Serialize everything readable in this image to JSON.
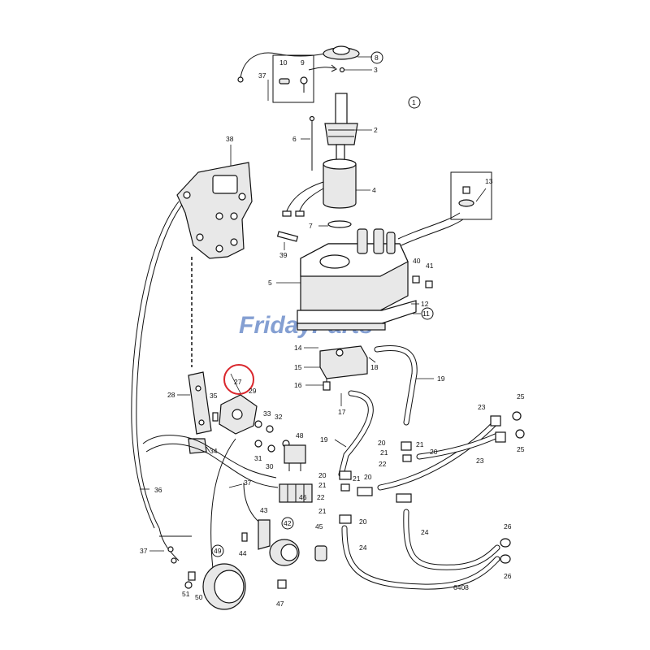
{
  "diagram": {
    "figure_number": "6408",
    "view_number": "1",
    "highlighted_callout": "27",
    "watermark": "FridayParts",
    "colors": {
      "line": "#111111",
      "highlight_circle": "#d9262c",
      "watermark": "#5b7fc4"
    },
    "callouts": {
      "c1": "1",
      "c2": "2",
      "c3": "3",
      "c4": "4",
      "c5": "5",
      "c6": "6",
      "c7": "7",
      "c8": "8",
      "c9": "9",
      "c10": "10",
      "c11": "11",
      "c12": "12",
      "c13": "13",
      "c14": "14",
      "c15": "15",
      "c16": "16",
      "c17": "17",
      "c18": "18",
      "c19a": "19",
      "c19b": "19",
      "c20a": "20",
      "c20b": "20",
      "c20c": "20",
      "c20d": "20",
      "c20e": "20",
      "c21a": "21",
      "c21b": "21",
      "c21c": "21",
      "c21d": "21",
      "c21e": "21",
      "c22a": "22",
      "c22b": "22",
      "c23a": "23",
      "c23b": "23",
      "c24a": "24",
      "c24b": "24",
      "c25a": "25",
      "c25b": "25",
      "c26a": "26",
      "c26b": "26",
      "c27": "27",
      "c28": "28",
      "c29": "29",
      "c30": "30",
      "c31": "31",
      "c32": "32",
      "c33": "33",
      "c34": "34",
      "c35": "35",
      "c36": "36",
      "c37a": "37",
      "c37b": "37",
      "c37c": "37",
      "c38": "38",
      "c39": "39",
      "c40": "40",
      "c41": "41",
      "c42": "42",
      "c43": "43",
      "c44": "44",
      "c45": "45",
      "c46": "46",
      "c47": "47",
      "c48": "48",
      "c49": "49",
      "c50": "50",
      "c51": "51"
    }
  }
}
